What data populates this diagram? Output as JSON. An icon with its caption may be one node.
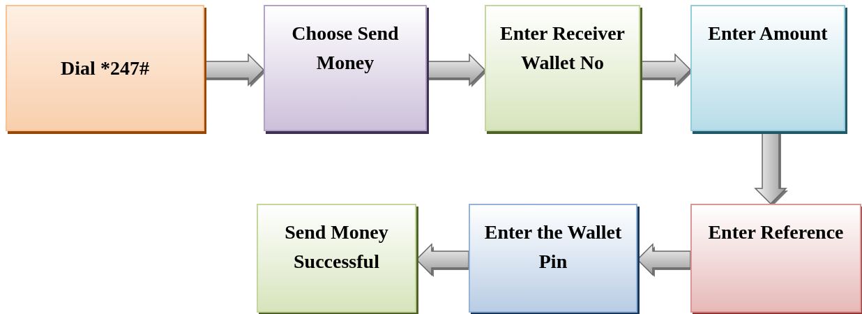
{
  "diagram": {
    "nodes": [
      {
        "text": [
          "Dial *247#"
        ]
      },
      {
        "text": [
          "Choose Send Money"
        ]
      },
      {
        "text": [
          "Enter Receiver Wallet No"
        ]
      },
      {
        "text": [
          "Enter Amount"
        ]
      },
      {
        "text": [
          "Enter Reference"
        ]
      },
      {
        "text": [
          "Enter the Wallet Pin"
        ]
      },
      {
        "text": [
          "Send Money Successful"
        ]
      }
    ],
    "edges": [
      {
        "from": 0,
        "to": 1,
        "arrow": "to"
      },
      {
        "from": 1,
        "to": 2,
        "arrow": "to"
      },
      {
        "from": 2,
        "to": 3,
        "arrow": "to"
      },
      {
        "from": 3,
        "to": 4,
        "arrow": "to"
      },
      {
        "from": 4,
        "to": 5,
        "arrow": "to"
      },
      {
        "from": 5,
        "to": 6,
        "arrow": "to"
      }
    ]
  }
}
